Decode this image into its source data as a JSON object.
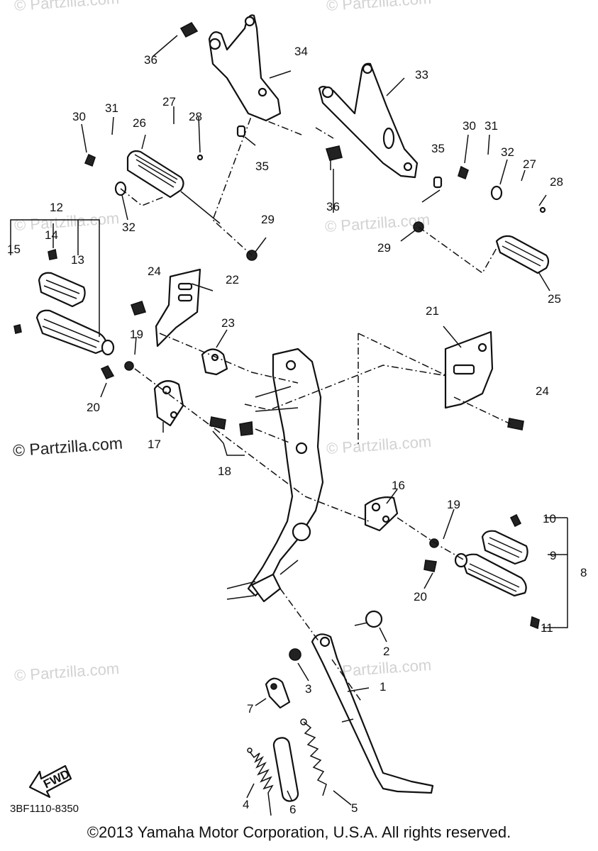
{
  "watermark_text": "© Partzilla.com",
  "diagram_code": "3BF1110-8350",
  "copyright": "©2013 Yamaha Motor Corporation, U.S.A. All rights reserved.",
  "fwd_label": "FWD",
  "part_labels": [
    "1",
    "2",
    "3",
    "4",
    "5",
    "6",
    "7",
    "8",
    "9",
    "10",
    "11",
    "12",
    "13",
    "14",
    "15",
    "16",
    "17",
    "18",
    "19",
    "19",
    "20",
    "20",
    "21",
    "22",
    "23",
    "24",
    "24",
    "25",
    "26",
    "27",
    "27",
    "28",
    "28",
    "29",
    "29",
    "30",
    "30",
    "31",
    "31",
    "32",
    "32",
    "33",
    "34",
    "35",
    "35",
    "36",
    "36"
  ]
}
